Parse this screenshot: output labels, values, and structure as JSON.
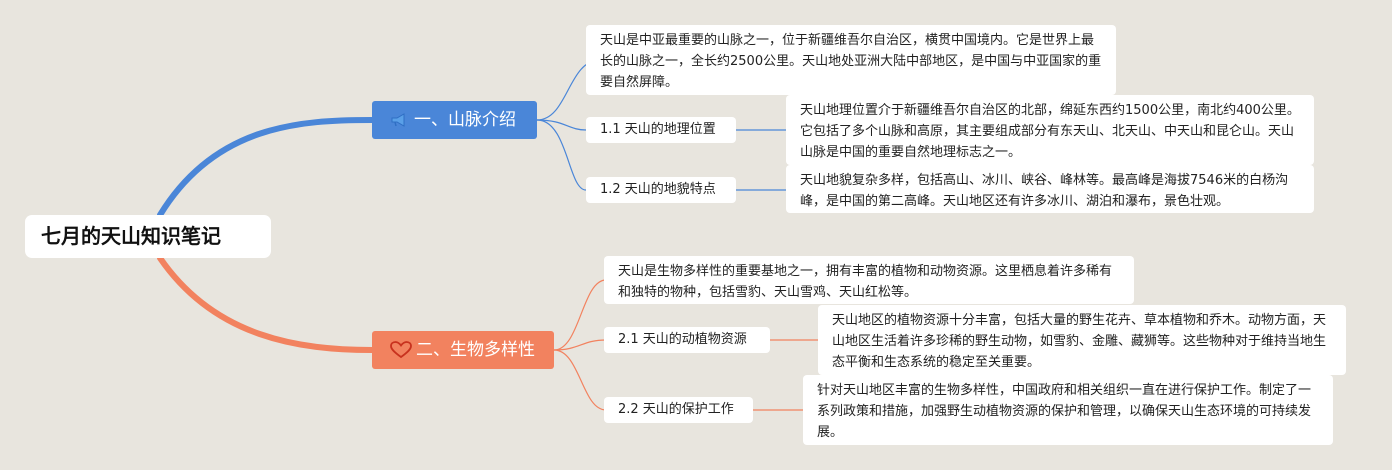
{
  "root": {
    "title": "七月的天山知识笔记"
  },
  "branches": [
    {
      "label": "一、山脉介绍",
      "color": "#4a86d8",
      "icon": "megaphone-icon",
      "summary": "天山是中亚最重要的山脉之一，位于新疆维吾尔自治区，横贯中国境内。它是世界上最长的山脉之一，全长约2500公里。天山地处亚洲大陆中部地区，是中国与中亚国家的重要自然屏障。",
      "children": [
        {
          "label": "1.1 天山的地理位置",
          "detail": "天山地理位置介于新疆维吾尔自治区的北部，绵延东西约1500公里，南北约400公里。它包括了多个山脉和高原，其主要组成部分有东天山、北天山、中天山和昆仑山。天山山脉是中国的重要自然地理标志之一。"
        },
        {
          "label": "1.2 天山的地貌特点",
          "detail": "天山地貌复杂多样，包括高山、冰川、峡谷、峰林等。最高峰是海拔7546米的白杨沟峰，是中国的第二高峰。天山地区还有许多冰川、湖泊和瀑布，景色壮观。"
        }
      ]
    },
    {
      "label": "二、生物多样性",
      "color": "#f2825f",
      "icon": "heart-icon",
      "summary": "天山是生物多样性的重要基地之一，拥有丰富的植物和动物资源。这里栖息着许多稀有和独特的物种，包括雪豹、天山雪鸡、天山红松等。",
      "children": [
        {
          "label": "2.1 天山的动植物资源",
          "detail": "天山地区的植物资源十分丰富，包括大量的野生花卉、草本植物和乔木。动物方面，天山地区生活着许多珍稀的野生动物，如雪豹、金雕、藏狮等。这些物种对于维持当地生态平衡和生态系统的稳定至关重要。"
        },
        {
          "label": "2.2 天山的保护工作",
          "detail": "针对天山地区丰富的生物多样性，中国政府和相关组织一直在进行保护工作。制定了一系列政策和措施，加强野生动植物资源的保护和管理，以确保天山生态环境的可持续发展。"
        }
      ]
    }
  ]
}
